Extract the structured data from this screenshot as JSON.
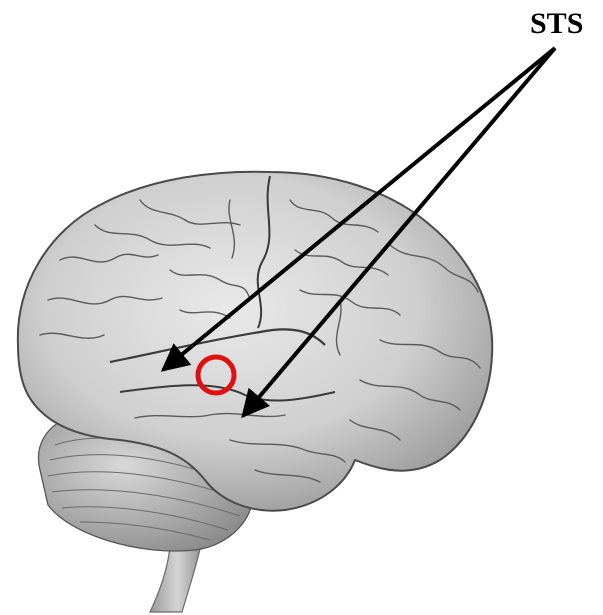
{
  "label": {
    "text": "STS"
  },
  "colors": {
    "background": "#ffffff",
    "brain_fill": "#cfcfcf",
    "brain_shadow": "#8e8e8e",
    "sulcus_line": "#4a4a4a",
    "arrow": "#000000",
    "marker": "#e01010"
  },
  "icons": {
    "marker": "red-circle-marker",
    "arrow_heads": "triangle-arrowhead"
  }
}
